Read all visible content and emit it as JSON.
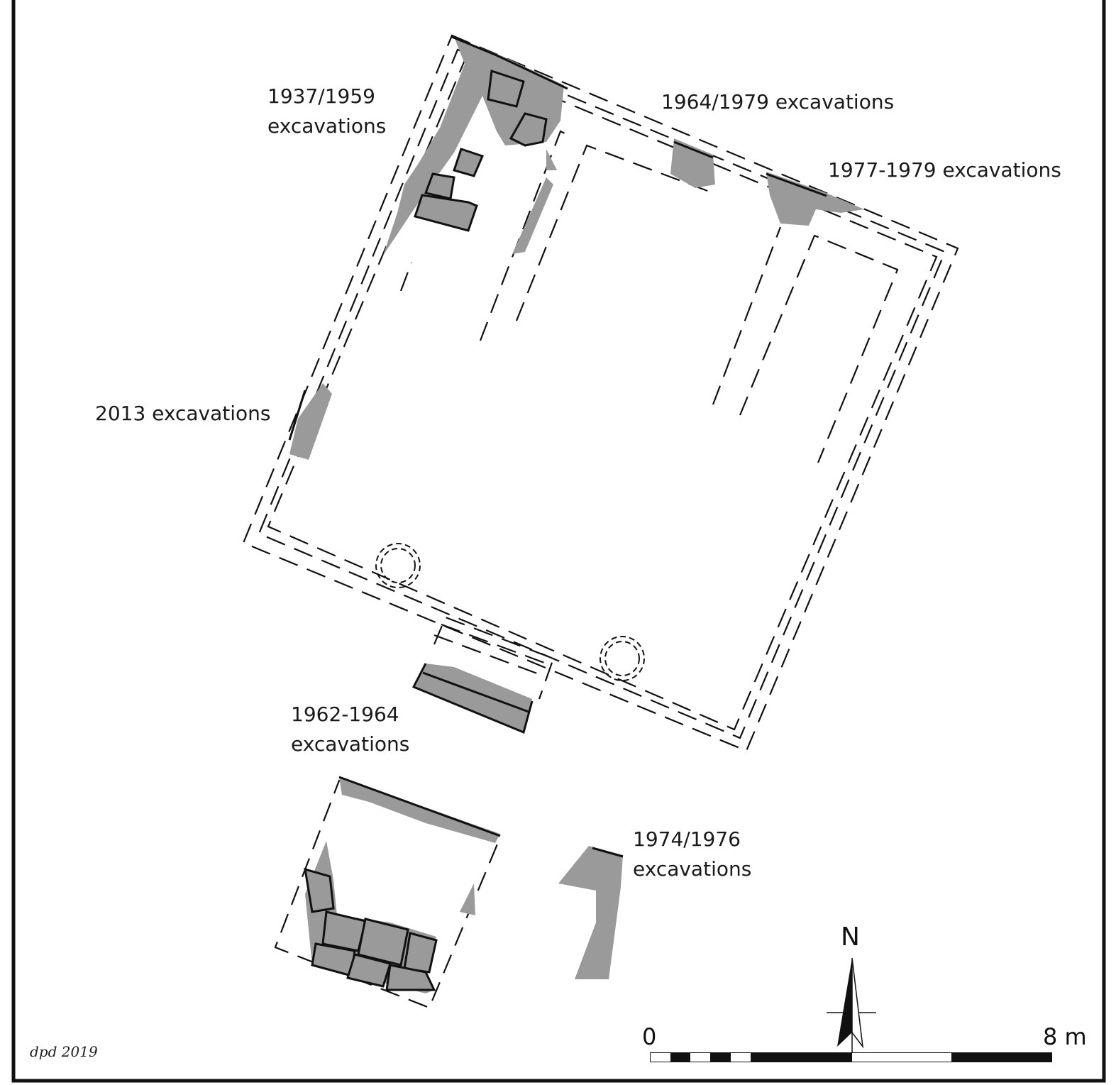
{
  "labels": {
    "exc_1937_1959": [
      "1937/1959",
      "excavations"
    ],
    "exc_1964_1979": "1964/1979 excavations",
    "exc_1977_1979": "1977-1979 excavations",
    "exc_2013": "2013 excavations",
    "exc_1962_1964": [
      "1962-1964",
      "excavations"
    ],
    "exc_1974_1976": [
      "1974/1976",
      "excavations"
    ]
  },
  "north_arrow": {
    "label": "N"
  },
  "scale_bar": {
    "start_label": "0",
    "end_label": "8 m"
  },
  "signature": "dpd 2019",
  "colors": {
    "stone_fill": "#9a9a9a",
    "line": "#111111"
  }
}
